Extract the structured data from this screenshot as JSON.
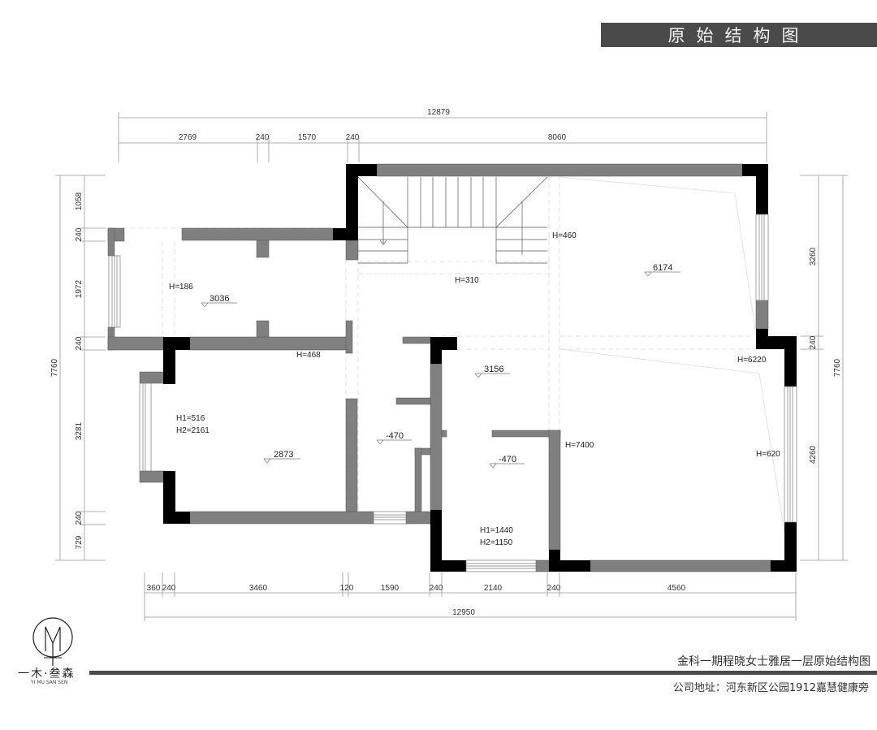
{
  "header": {
    "title": "原始结构图"
  },
  "plan": {
    "top_dimensions": {
      "overall": "12879",
      "segments": [
        "2769",
        "240",
        "1570",
        "240",
        "8060"
      ]
    },
    "bottom_dimensions": {
      "overall": "12950",
      "segments": [
        "360",
        "240",
        "3460",
        "120",
        "1590",
        "240",
        "2140",
        "240",
        "4560"
      ]
    },
    "left_dimensions": {
      "overall": "7760",
      "segments": [
        "1058",
        "240",
        "1972",
        "240",
        "3281",
        "240",
        "729"
      ]
    },
    "right_dimensions": {
      "overall": "7760",
      "segments": [
        "3260",
        "240",
        "4260"
      ]
    },
    "height_labels": {
      "h186": "H=186",
      "h468": "H=468",
      "h460": "H=460",
      "h310": "H=310",
      "h6220": "H=6220",
      "h7400": "H=7400",
      "h620": "H=620",
      "bed_h1": "H1=516",
      "bed_h2": "H2=2161",
      "bath_h1": "H1=1440",
      "bath_h2": "H2=1150"
    },
    "level_marks": {
      "room_top_left": "3036",
      "room_top_right": "6174",
      "room_center": "3156",
      "room_bottom_left": "2873",
      "corridor": "-470",
      "bath": "-470"
    }
  },
  "footer": {
    "project_title": "金科一期程晓女士雅居一层原始结构图",
    "address": "公司地址：河东新区公园1912嘉慧健康旁",
    "logo_name": "一木·叁森",
    "logo_sub": "YI MU SAN SEN"
  },
  "colors": {
    "wall_load_bearing": "#000000",
    "wall_partition": "#808080",
    "title_bar": "#4a4a4a",
    "dimension_line": "#999999"
  }
}
